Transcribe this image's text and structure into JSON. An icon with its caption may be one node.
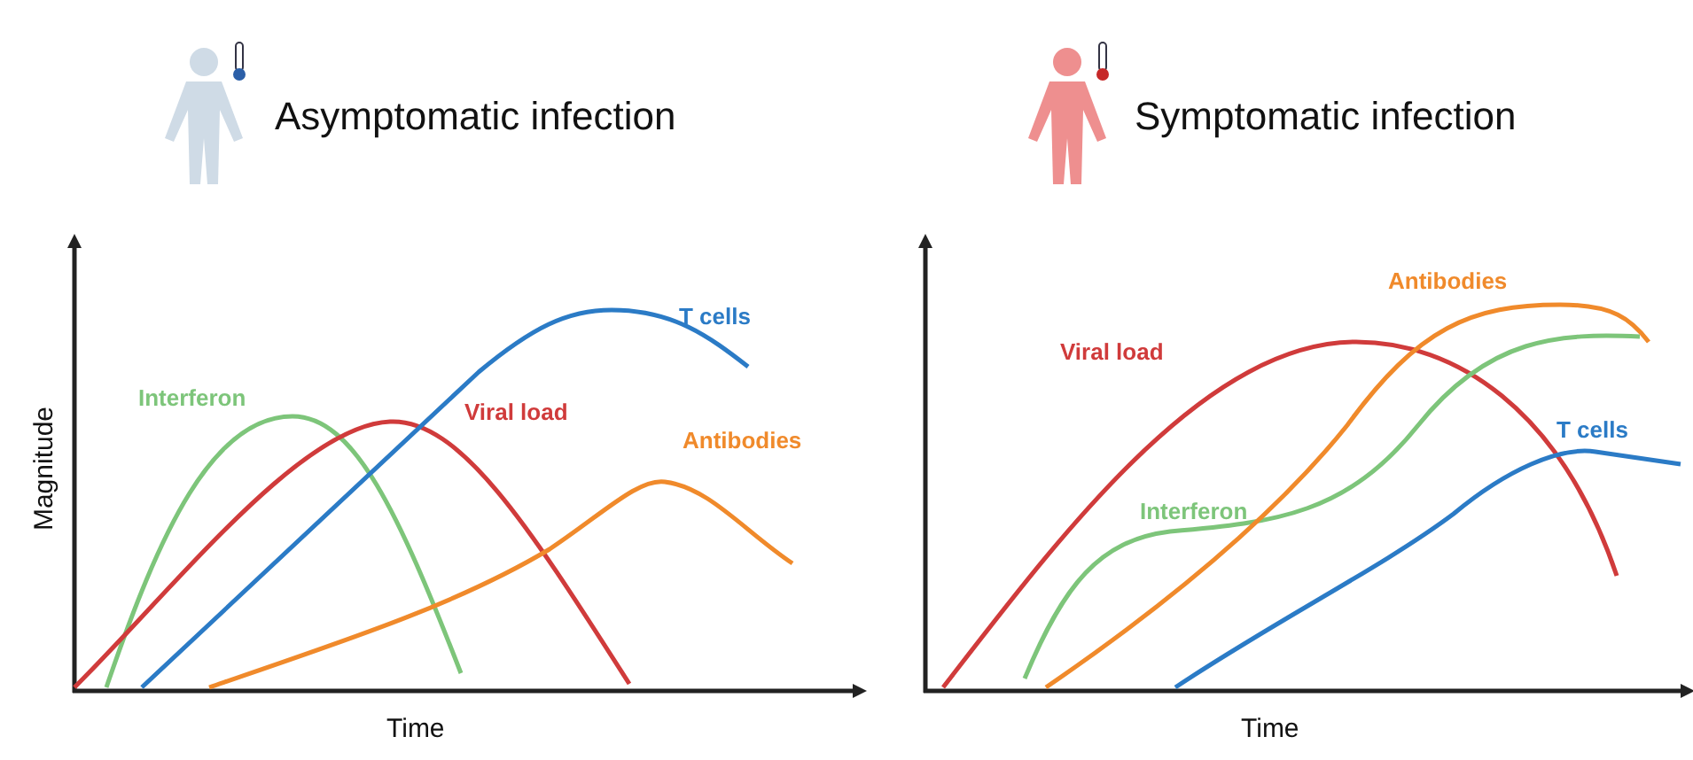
{
  "diagram": {
    "labels": [
      "Asymptomatic infection",
      "Symptomatic infection",
      "Magnitude",
      "T cells",
      "Interferon",
      "Viral load",
      "Antibodies",
      "Time",
      "Antibodies",
      "Viral load",
      "T cells",
      "Interferon",
      "Time"
    ]
  }
}
